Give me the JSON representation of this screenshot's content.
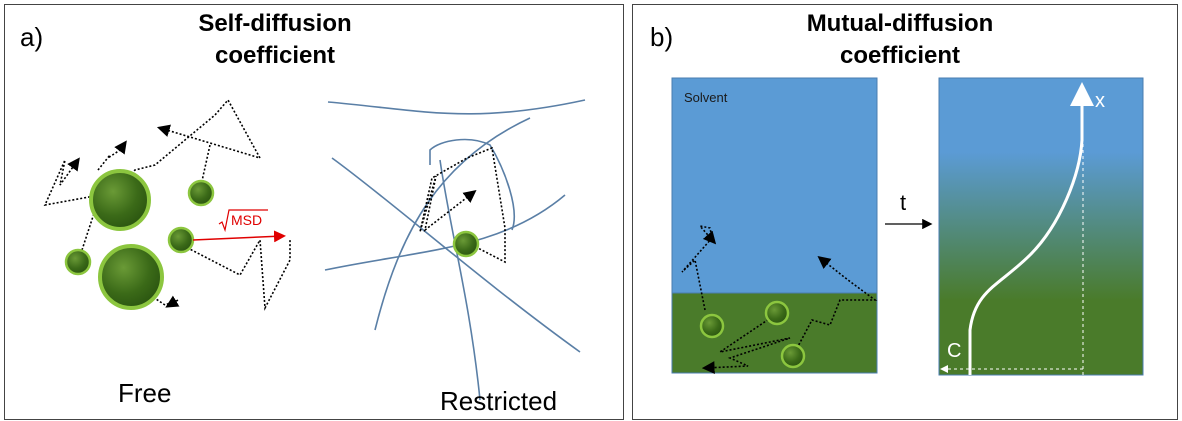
{
  "panel_a": {
    "letter": "a)",
    "title_line1": "Self-diffusion",
    "title_line2": "coefficient",
    "msd_label": "MSD",
    "free_label": "Free",
    "restricted_label": "Restricted"
  },
  "panel_b": {
    "letter": "b)",
    "title_line1": "Mutual-diffusion",
    "title_line2": "coefficient",
    "solvent_label": "Solvent",
    "time_label": "t",
    "x_axis_label": "x",
    "c_axis_label": "C"
  },
  "colors": {
    "sphere_green": "#3f6f1c",
    "sphere_rim": "#8cc63f",
    "polymer_blue": "#5a7fa6",
    "solvent_blue": "#5b9bd5",
    "gel_green": "#4a7b2a",
    "msd_red": "#e00000"
  }
}
